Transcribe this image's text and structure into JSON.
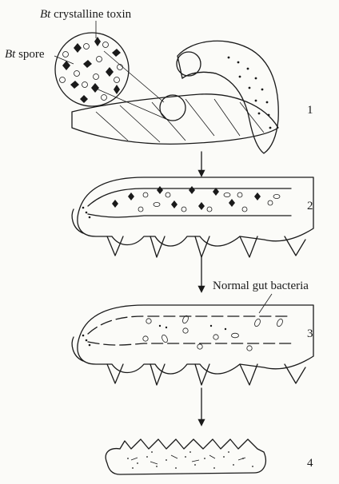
{
  "labels": {
    "toxin_prefix": "Bt",
    "toxin_rest": " crystalline toxin",
    "spore_prefix": "Bt",
    "spore_rest": " spore",
    "gut_bacteria": "Normal gut bacteria"
  },
  "stage_numbers": [
    "1",
    "2",
    "3",
    "4"
  ]
}
